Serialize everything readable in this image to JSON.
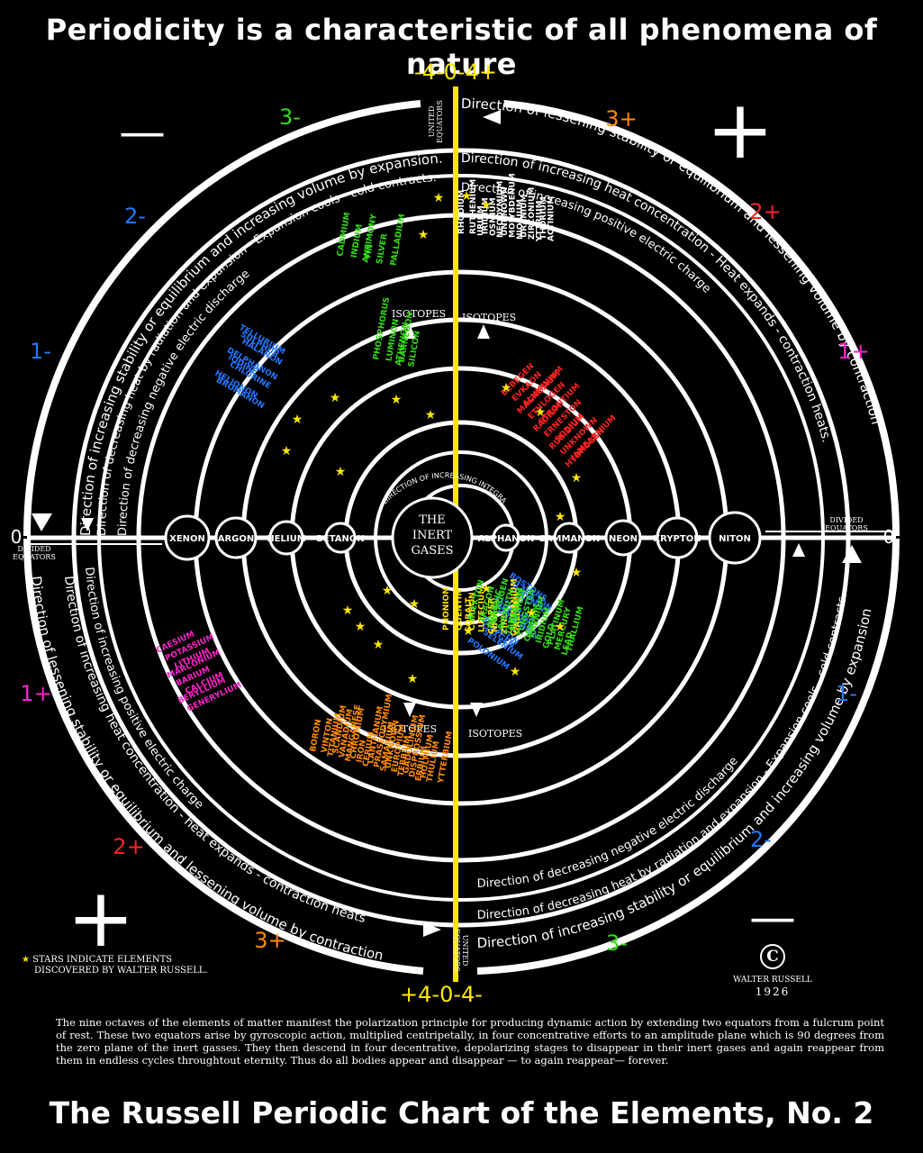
{
  "title_top": "Periodicity is a characteristic of all phenomena of nature",
  "title_bottom": "The Russell Periodic Chart of the Elements, No. 2",
  "footnote": "The nine octaves of the elements of matter manifest the polarization principle for producing dynamic action by extending two equators from a fulcrum point of rest. These two equators arise by gyroscopic action, multiplied centripetally, in four concentrative efforts to an amplitude plane which is 90 degrees from the zero plane of the inert gasses. They then descend in four decentrative, depolarizing stages to disappear in their inert gases and again reappear from them in endless cycles throughtout eternity. Thus do all bodies appear and disappear — to again reappear— forever.",
  "stars_note": [
    "STARS INDICATE ELEMENTS",
    "DISCOVERED BY WALTER RUSSELL."
  ],
  "copyright": {
    "symbol": "C",
    "author": "WALTER RUSSELL",
    "year": "1926"
  },
  "colors": {
    "yellow": "#ffe600",
    "green": "#33dd11",
    "orange": "#ff8c00",
    "red": "#ff2222",
    "magenta": "#ff22cc",
    "blue": "#2277ff",
    "white": "#ffffff"
  },
  "axis_labels": {
    "top": "-4-0-4+",
    "bottom": "+4-0-4-",
    "left": "0",
    "right": "0",
    "united_equators": [
      "UNITED",
      "EQUATORS"
    ],
    "divided_equators": [
      "DIVIDED",
      "EQUATORS"
    ],
    "center": [
      "THE",
      "INERT",
      "GASES"
    ]
  },
  "corner_signs": {
    "top_left": "—",
    "top_right": "+",
    "bottom_left": "+",
    "bottom_right": "—"
  },
  "octave_labels": [
    {
      "text": "3-",
      "color": "#33dd11"
    },
    {
      "text": "3+",
      "color": "#ff8c00"
    },
    {
      "text": "2-",
      "color": "#2277ff"
    },
    {
      "text": "2+",
      "color": "#ff2222"
    },
    {
      "text": "1-",
      "color": "#2277ff"
    },
    {
      "text": "1+",
      "color": "#ff22cc"
    },
    {
      "text": "1+",
      "color": "#ff22cc"
    },
    {
      "text": "1-",
      "color": "#2277ff"
    },
    {
      "text": "2+",
      "color": "#ff2222"
    },
    {
      "text": "2-",
      "color": "#2277ff"
    },
    {
      "text": "3+",
      "color": "#ff8c00"
    },
    {
      "text": "3-",
      "color": "#33dd11"
    }
  ],
  "arc_texts": [
    "Direction of increasing stability or equilibrium and increasing volume by expansion.",
    "Direction of decreasing heat by radiation and expansion - Expansion cools - cold contracts.",
    "Direction of decreasing negative electric discharge",
    "Direction of lessening stability or equilibrium and lessening volume by contraction",
    "Direction of increasing heat concentration - Heat expands - contraction heats.",
    "Direction of increasing positive electric charge",
    "Direction of increasing positive electric charge",
    "Direction of increasing heat concentration - heat expands - contraction heats",
    "Direction of lessening stability or equilibrium and lessening volume by contraction",
    "Direction of decreasing negative electric discharge",
    "Direction of decreasing heat by radiation and expansion - Expansion cools - cold contracts.",
    "Direction of increasing stability or equilibrium and increasing volume by expansion",
    "DIRECTION OF INCREASING INTEGRATION"
  ],
  "isotopes_label": "ISOTOPES",
  "inert_gases": [
    "XENON",
    "ARGON",
    "HELIUM",
    "BETANON",
    "ALPHANON",
    "GAMMANON",
    "NEON",
    "KRYPTON",
    "NITON"
  ],
  "spokes": {
    "upper_left_outer": [
      "CADMIUM",
      "INDIUM",
      "TIN",
      "ANTIMONY",
      "SILVER",
      "PALLADIUM"
    ],
    "upper_left_inner": [
      "PHOSPHORUS",
      "LUMINON",
      "BARNEGON",
      "ATHENON",
      "SILICON"
    ],
    "upper_center": [
      "RHODIUM",
      "RUTHENIUM",
      "IRIDIUM",
      "URIUM",
      "OSMIUM",
      "UNKNOWN",
      "NEODYMIUM",
      "MOLYBDENUM",
      "URANIUM",
      "NIOBIUM",
      "ZIRCONIUM",
      "THORIUM",
      "YTTRIUM",
      "ACTINIUM"
    ],
    "upper_right": [
      "BEBEGEN",
      "EVKAON",
      "ALUMINIUM",
      "MAGNESIUM",
      "ETHLOGEN",
      "STRONTIUM",
      "RADIUM",
      "ERNESTON",
      "SODIUM",
      "RUBIDIUM",
      "UNKNOWN",
      "JAMEARNIUM",
      "HYDROGEN"
    ],
    "left_upper": [
      "TELLURIUM",
      "SULPHUR",
      "HALANON",
      "DELPHANON",
      "IODINE",
      "CHLORINE",
      "HELIONON",
      "BROMANON"
    ],
    "right_lower": [
      "BOSTONS",
      "BLACKTON",
      "HELENINE",
      "FLUORINE",
      "BROMINE",
      "UNKNOWN",
      "BUZZEON",
      "OXYGEN",
      "SELENIUM",
      "POLONIUM"
    ],
    "left_lower": [
      "CAESIUM",
      "POTASSIUM",
      "LITHIUM",
      "MARCONIUM",
      "BARIUM",
      "CALCIUM",
      "BERYLLIUM",
      "GENERYLIUM"
    ],
    "lower_left": [
      "BORON",
      "VINTON",
      "SCANDIUM",
      "TITANIUM",
      "VANADIUM",
      "CHROMIUM",
      "MANGANESE",
      "IRON",
      "LANTHANUM",
      "CERIUM",
      "PRASEODYMIUM",
      "UNKNOWN",
      "SAMARIUM",
      "EUROPIUM",
      "GADOLINIUM",
      "TERBIUM",
      "DISPROSSIUM",
      "HOLMIUM",
      "ERBIUM",
      "THULIUM",
      "YTTERBIUM"
    ],
    "lower_center": [
      "PHONION",
      "QUENTIN",
      "CARBON",
      "COBALT",
      "LUTECIUM",
      "NICKEL",
      "COPPER",
      "ZINC",
      "GALLIUM",
      "GERMANIUM"
    ],
    "lower_right": [
      "ALEKTON",
      "TRACON",
      "NITROGEN",
      "ARSENIC",
      "BISMUTH",
      "HAFNIUM",
      "TANTALUM",
      "TUNGSTEN",
      "RHENIUM",
      "OSMIUM",
      "IRIDIUM",
      "PLATINUM",
      "GOLD",
      "MERCURY",
      "THALLIUM",
      "LEAD"
    ]
  }
}
